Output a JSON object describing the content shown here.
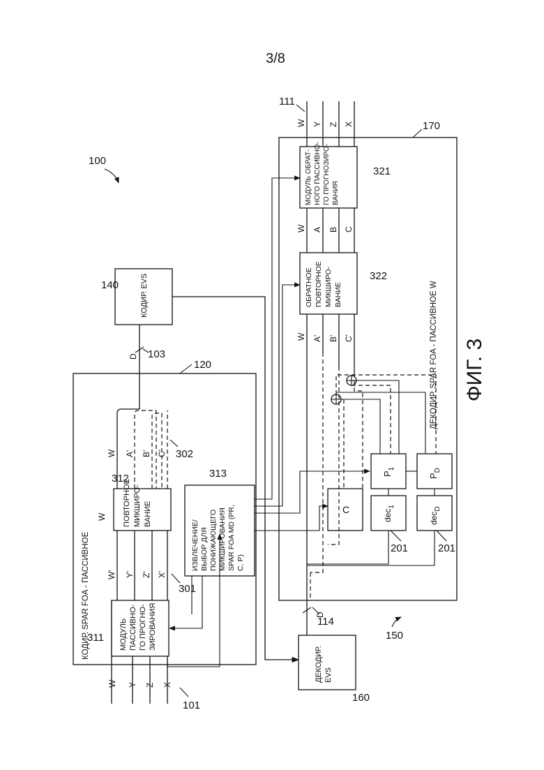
{
  "page_number": "3/8",
  "figure_caption": "ФИГ. 3",
  "refs": {
    "r100": "100",
    "r101": "101",
    "r103": "103",
    "r111": "111",
    "r114": "114",
    "r120": "120",
    "r140": "140",
    "r150": "150",
    "r160": "160",
    "r170": "170",
    "r201a": "201",
    "r201b": "201",
    "r301": "301",
    "r302": "302",
    "r311": "311",
    "r312": "312",
    "r313": "313",
    "r321": "321",
    "r322": "322"
  },
  "encoder": {
    "title": "КОДИР. SPAR FOA - ПАССИВНОЕ",
    "predict_lines": [
      "МОДУЛЬ",
      "ПАССИВНО-",
      "ГО ПРОГНО-",
      "ЗИРОВАНИЯ"
    ],
    "remix_lines": [
      "ПОВТОРНОЕ",
      "МИКШИРО-",
      "ВАНИЕ"
    ],
    "extract_lines": [
      "ИЗВЛЕЧЕНИЕ/",
      "ВЫБОР ДЛЯ",
      "ПОНИЖАЮЩЕГО",
      "МИКШИРОВАНИЯ",
      "SPAR FOA MD (PR,",
      "C, P)"
    ],
    "input_channels": [
      "W",
      "Y",
      "Z",
      "X"
    ],
    "mid_channels": [
      "W'",
      "Y'",
      "Z'",
      "X'"
    ],
    "remix_w": "W",
    "out_channels": [
      "W",
      "A'",
      "B'",
      "C'"
    ]
  },
  "evs_encoder": {
    "lines": [
      "КОДИР. EVS"
    ],
    "d_label": "D"
  },
  "evs_decoder": {
    "lines": [
      "ДЕКОДИР.",
      "EVS"
    ],
    "d_label": "D"
  },
  "decoder": {
    "title": "ДЕКОДИР. SPAR FOA - ПАССИВНОЕ W",
    "inv_remix_lines": [
      "ОБРАТНОЕ",
      "ПОВТОРНОЕ",
      "МИКШИРО-",
      "ВАНИЕ"
    ],
    "inv_predict_lines": [
      "МОДУЛЬ ОБРАТ-",
      "НОГО ПАССИВНО-",
      "ГО ПРОГНОЗИРО-",
      "ВАНИЯ"
    ],
    "c_label": "C",
    "p1_label": "P",
    "p1_sub": "1",
    "pd_label": "P",
    "pd_sub": "D",
    "dec1_label": "dec",
    "dec1_sub": "1",
    "decd_label": "dec",
    "decd_sub": "D",
    "pre_channels": [
      "W",
      "A'",
      "B'",
      "C'"
    ],
    "mid_channels": [
      "W",
      "A",
      "B",
      "C"
    ],
    "out_channels": [
      "W",
      "Y",
      "Z",
      "X"
    ]
  }
}
